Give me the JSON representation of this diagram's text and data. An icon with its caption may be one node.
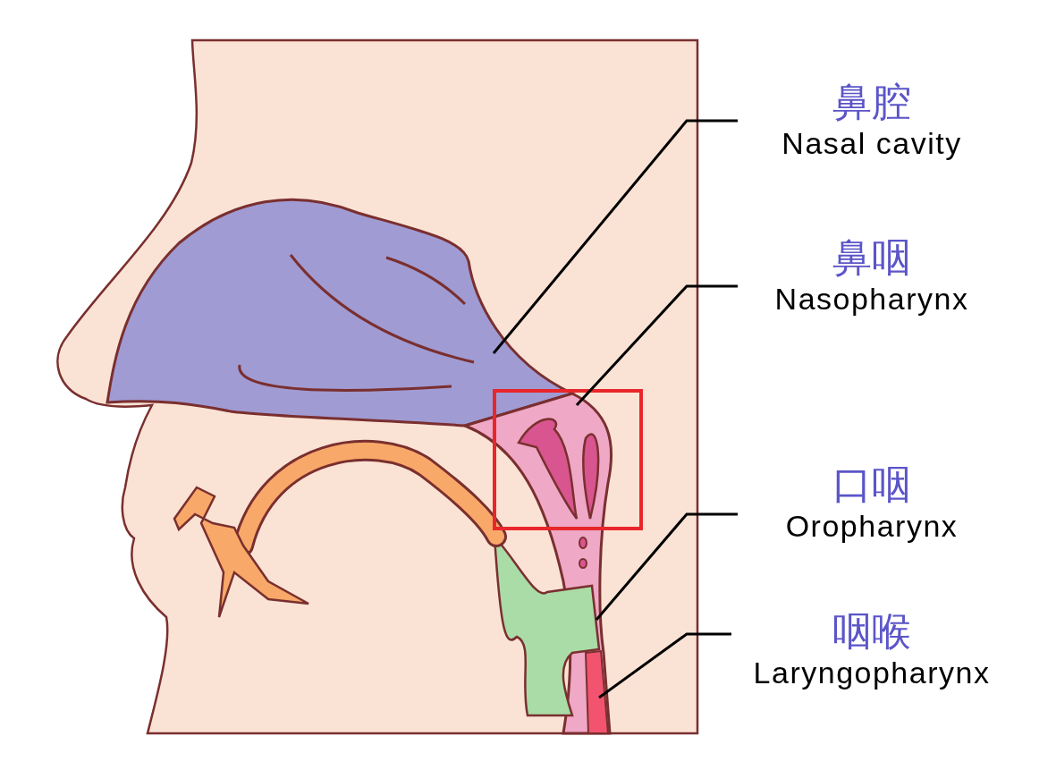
{
  "diagram": {
    "nodes": [
      {
        "text": [
          "鼻腔",
          "Nasal cavity"
        ]
      },
      {
        "text": [
          "鼻咽",
          "Nasopharynx"
        ]
      },
      {
        "text": [
          "口咽",
          "Oropharynx"
        ]
      },
      {
        "text": [
          "咽喉",
          "Laryngopharynx"
        ]
      }
    ],
    "edges": [
      {
        "from": 0,
        "to": null,
        "arrow": "none"
      },
      {
        "from": 1,
        "to": null,
        "arrow": "none"
      },
      {
        "from": 2,
        "to": null,
        "arrow": "none"
      },
      {
        "from": 3,
        "to": null,
        "arrow": "none"
      }
    ]
  }
}
